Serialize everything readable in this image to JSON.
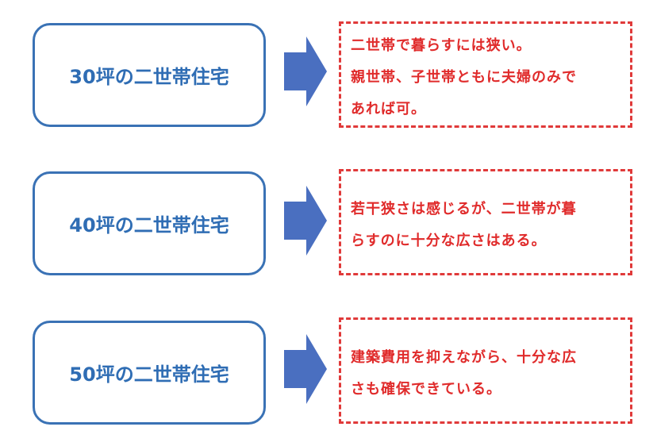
{
  "rows": [
    {
      "title": "30坪の二世帯住宅",
      "lines": [
        "二世帯で暮らすには狭い。",
        "親世帯、子世帯ともに夫婦のみで",
        "あれば可。"
      ]
    },
    {
      "title": "40坪の二世帯住宅",
      "lines": [
        "若干狭さは感じるが、二世帯が暮",
        "らすのに十分な広さはある。"
      ]
    },
    {
      "title": "50坪の二世帯住宅",
      "lines": [
        "建築費用を抑えながら、十分な広",
        "さも確保できている。"
      ]
    }
  ],
  "colors": {
    "box_border": "#3a72b5",
    "arrow": "#4a6fc0",
    "dashed": "#e03a3a"
  }
}
